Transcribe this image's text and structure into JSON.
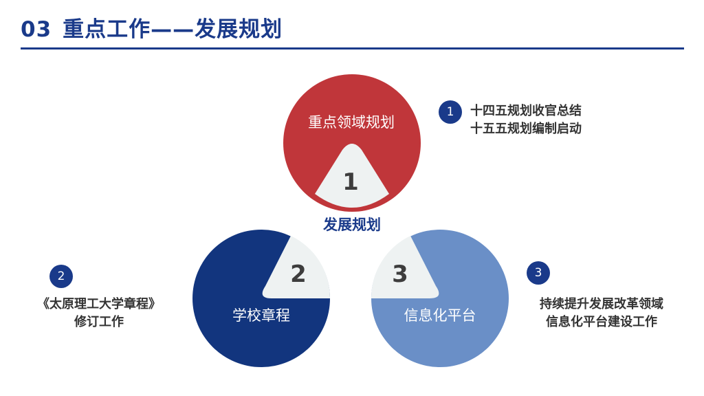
{
  "header": {
    "number": "03",
    "title": "重点工作——发展规划"
  },
  "center_label": "发展规划",
  "colors": {
    "primary": "#1a3a8a",
    "red": "#c0363a",
    "navy": "#12357e",
    "light_blue": "#6a8fc7",
    "light_gray": "#eef2f2"
  },
  "sectors": [
    {
      "number": "1",
      "label": "重点领域规划"
    },
    {
      "number": "2",
      "label": "学校章程"
    },
    {
      "number": "3",
      "label": "信息化平台"
    }
  ],
  "items": [
    {
      "badge": "1",
      "lines": [
        "十四五规划收官总结",
        "十五五规划编制启动"
      ]
    },
    {
      "badge": "2",
      "lines": [
        "《太原理工大学章程》",
        "修订工作"
      ]
    },
    {
      "badge": "3",
      "lines": [
        "持续提升发展改革领域",
        "信息化平台建设工作"
      ]
    }
  ]
}
